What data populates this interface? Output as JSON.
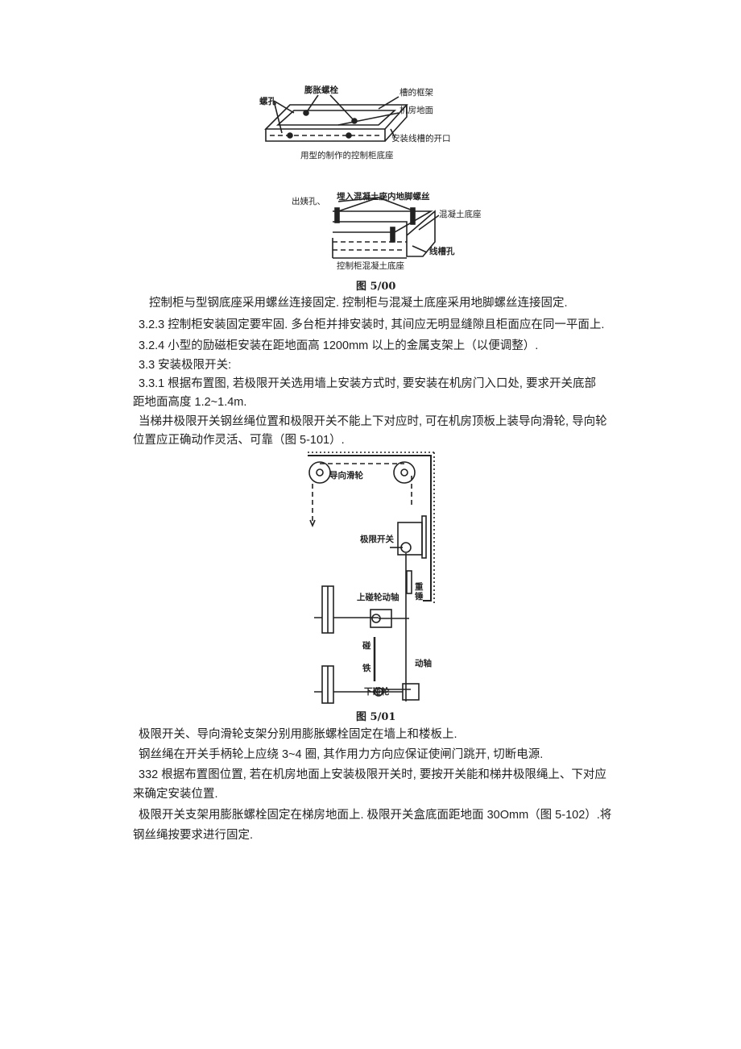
{
  "figure_500": {
    "top_labels": {
      "bolt_hole": "螺孔",
      "expansion_bolt": "膨胀螺栓",
      "channel_frame": "槽的框架",
      "machine_room_floor": "机房地面",
      "trough_opening": "安装线槽的开口",
      "caption": "用型的制作的控制柜底座"
    },
    "bottom_labels": {
      "hole": "出姨孔、",
      "anchor_bolt": "埋入混凝土座内地脚螺丝",
      "concrete_base": "混凝土底座",
      "trough_hole": "线槽孔",
      "caption": "控制柜混凝土底座"
    },
    "number": "图 5/00"
  },
  "paragraphs_a": [
    "控制柜与型钢底座采用螺丝连接固定. 控制柜与混凝土底座采用地脚螺丝连接固定.",
    "3.2.3   控制柜安装固定要牢固. 多台柜并排安装时, 其间应无明显缝隙且柜面应在同一平面上.",
    "3.2.4          小型的励磁柜安装在距地面高 1200mm 以上的金属支架上（以便调整）.",
    "3.3   安装极限开关:",
    "3.3.1   根据布置图, 若极限开关选用墙上安装方式时, 要安装在机房门入口处, 要求开关底部",
    "距地面高度 1.2~1.4m.",
    "当梯井极限开关钢丝绳位置和极限开关不能上下对应时, 可在机房顶板上装导向滑轮, 导向轮",
    "位置应正确动作灵活、可靠（图 5-101）."
  ],
  "figure_501": {
    "labels": {
      "guide_pulley": "导向滑轮",
      "limit_switch": "极限开关",
      "weight": "重锤",
      "upper_roller_shaft": "上碰轮动轴",
      "striker_1": "碰",
      "striker_2": "铁",
      "shaft": "动轴",
      "lower_roller": "下碰轮"
    },
    "number": "图 5/01"
  },
  "paragraphs_b": [
    "极限开关、导向滑轮支架分别用膨胀螺栓固定在墙上和楼板上.",
    "钢丝绳在开关手柄轮上应绕 3~4 圈, 其作用力方向应保证使闸门跳开, 切断电源.",
    "332 根据布置图位置, 若在机房地面上安装极限开关时, 要按开关能和梯井极限绳上、下对应",
    "来确定安装位置.",
    "极限开关支架用膨胀螺栓固定在梯房地面上. 极限开关盒底面距地面 30Omm（图 5-102）.将",
    "钢丝绳按要求进行固定."
  ]
}
